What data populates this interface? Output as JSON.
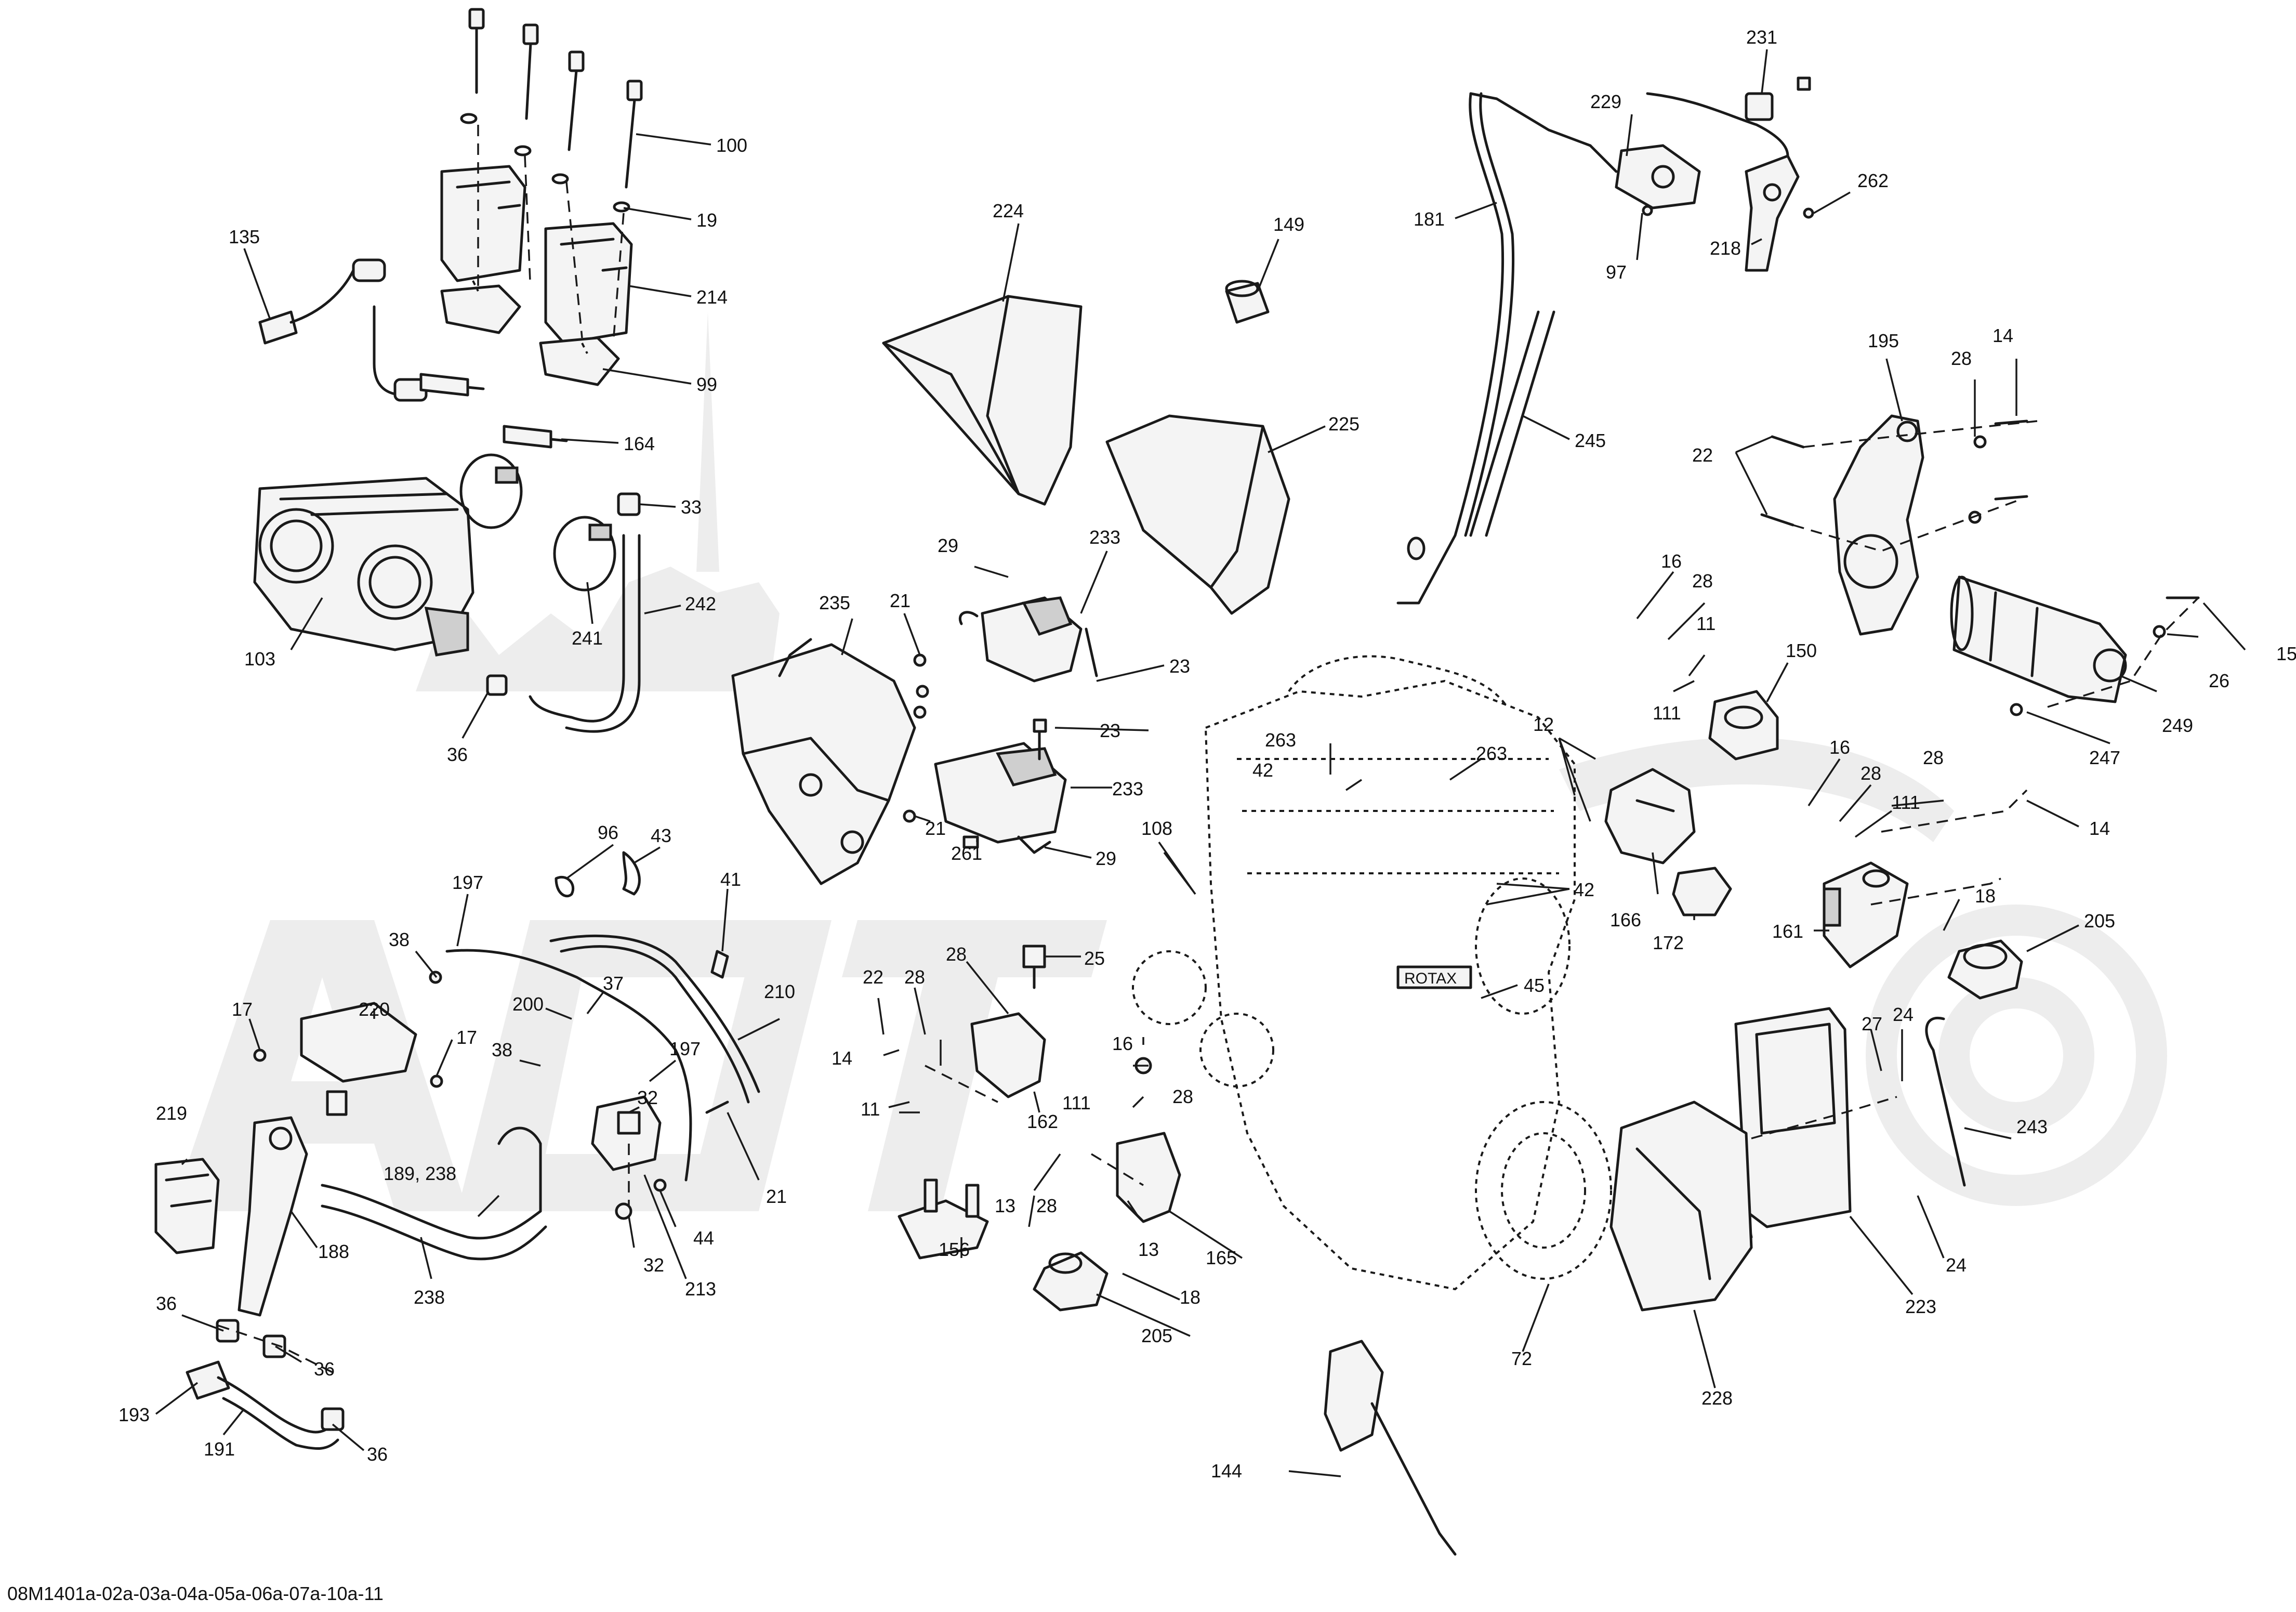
{
  "footer_code": "08M1401a-02a-03a-04a-05a-06a-07a-10a-11",
  "engine_brand": "ROTAX",
  "callouts": {
    "c100": "100",
    "c19": "19",
    "c214": "214",
    "c99": "99",
    "c135": "135",
    "c164": "164",
    "c33": "33",
    "c242": "242",
    "c103": "103",
    "c241": "241",
    "c36a": "36",
    "c224": "224",
    "c149": "149",
    "c225": "225",
    "c181": "181",
    "c245": "245",
    "c229": "229",
    "c231": "231",
    "c97": "97",
    "c218": "218",
    "c262": "262",
    "c195": "195",
    "c28a": "28",
    "c14a": "14",
    "c22a": "22",
    "c15": "15",
    "c26": "26",
    "c249": "249",
    "c247": "247",
    "c16a": "16",
    "c28b": "28",
    "c11a": "11",
    "c150": "150",
    "c111a": "111",
    "c29a": "29",
    "c233a": "233",
    "c235": "235",
    "c21a": "21",
    "c23a": "23",
    "c23b": "23",
    "c233b": "233",
    "c21b": "21",
    "c261": "261",
    "c29b": "29",
    "c263a": "263",
    "c263b": "263",
    "c42a": "42",
    "c42b": "42",
    "c12": "12",
    "c166": "166",
    "c172": "172",
    "c108": "108",
    "c45": "45",
    "c16b": "16",
    "c28c": "28",
    "c111b": "111",
    "c28d": "28",
    "c14b": "14",
    "c161": "161",
    "c18a": "18",
    "c205a": "205",
    "c96": "96",
    "c43": "43",
    "c197a": "197",
    "c41": "41",
    "c38a": "38",
    "c17a": "17",
    "c220": "220",
    "c17b": "17",
    "c200": "200",
    "c37": "37",
    "c38b": "38",
    "c197b": "197",
    "c210": "210",
    "c21c": "21",
    "c219": "219",
    "c32a": "32",
    "c189": "189, 238",
    "c188": "188",
    "c238": "238",
    "c44": "44",
    "c32b": "32",
    "c213": "213",
    "c36b": "36",
    "c36c": "36",
    "c193": "193",
    "c191": "191",
    "c36d": "36",
    "c22b": "22",
    "c28e": "28",
    "c28f": "28",
    "c25": "25",
    "c14c": "14",
    "c11b": "11",
    "c162": "162",
    "c16c": "16",
    "c111c": "111",
    "c28g": "28",
    "c13a": "13",
    "c28h": "28",
    "c13b": "13",
    "c165": "165",
    "c156": "156",
    "c18b": "18",
    "c205b": "205",
    "c72": "72",
    "c228": "228",
    "c223": "223",
    "c27": "27",
    "c24a": "24",
    "c24b": "24",
    "c243": "243",
    "c144": "144"
  },
  "colors": {
    "line": "#1a1a1a",
    "watermark": "#ededed",
    "background": "#ffffff"
  }
}
